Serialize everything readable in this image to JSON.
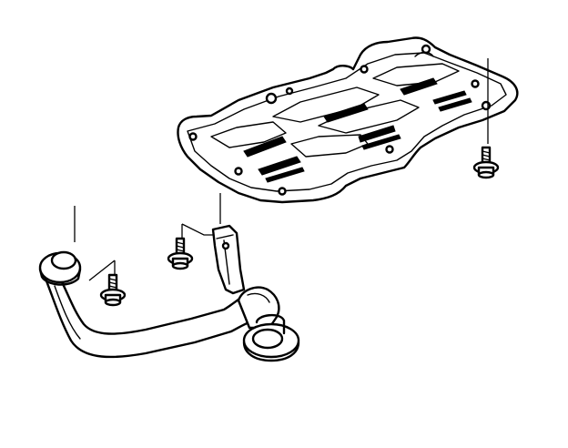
{
  "diagram": {
    "description_visible_text": "",
    "parts": [
      {
        "id": "baffle-plate",
        "icon": "oil-pan-baffle-plate"
      },
      {
        "id": "oil-pickup-tube",
        "icon": "oil-pickup-tube"
      },
      {
        "id": "bolt-right",
        "icon": "flange-bolt"
      },
      {
        "id": "bolt-middle",
        "icon": "flange-bolt"
      },
      {
        "id": "bolt-left",
        "icon": "flange-bolt"
      }
    ],
    "callout_count": 5,
    "colors": {
      "ink": "#000000",
      "background": "#ffffff"
    }
  }
}
